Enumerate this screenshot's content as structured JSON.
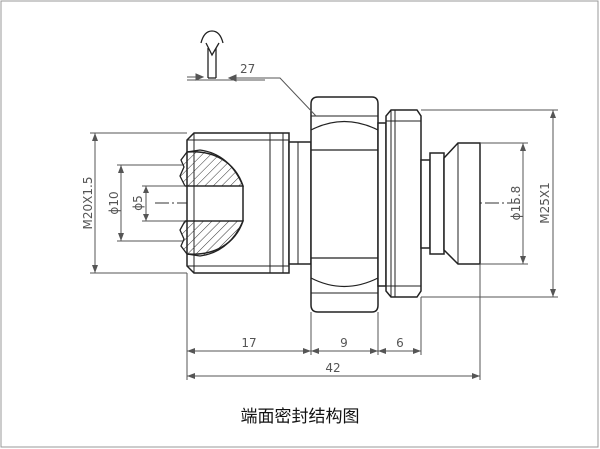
{
  "caption": "端面密封结构图",
  "dimensions": {
    "d27": "27",
    "d17": "17",
    "d9": "9",
    "d6": "6",
    "d42": "42",
    "thread_left": "M20X1.5",
    "phi10": "ϕ10",
    "phi5": "ϕ5",
    "phi15_8": "ϕ15.8",
    "thread_right": "M25X1"
  }
}
